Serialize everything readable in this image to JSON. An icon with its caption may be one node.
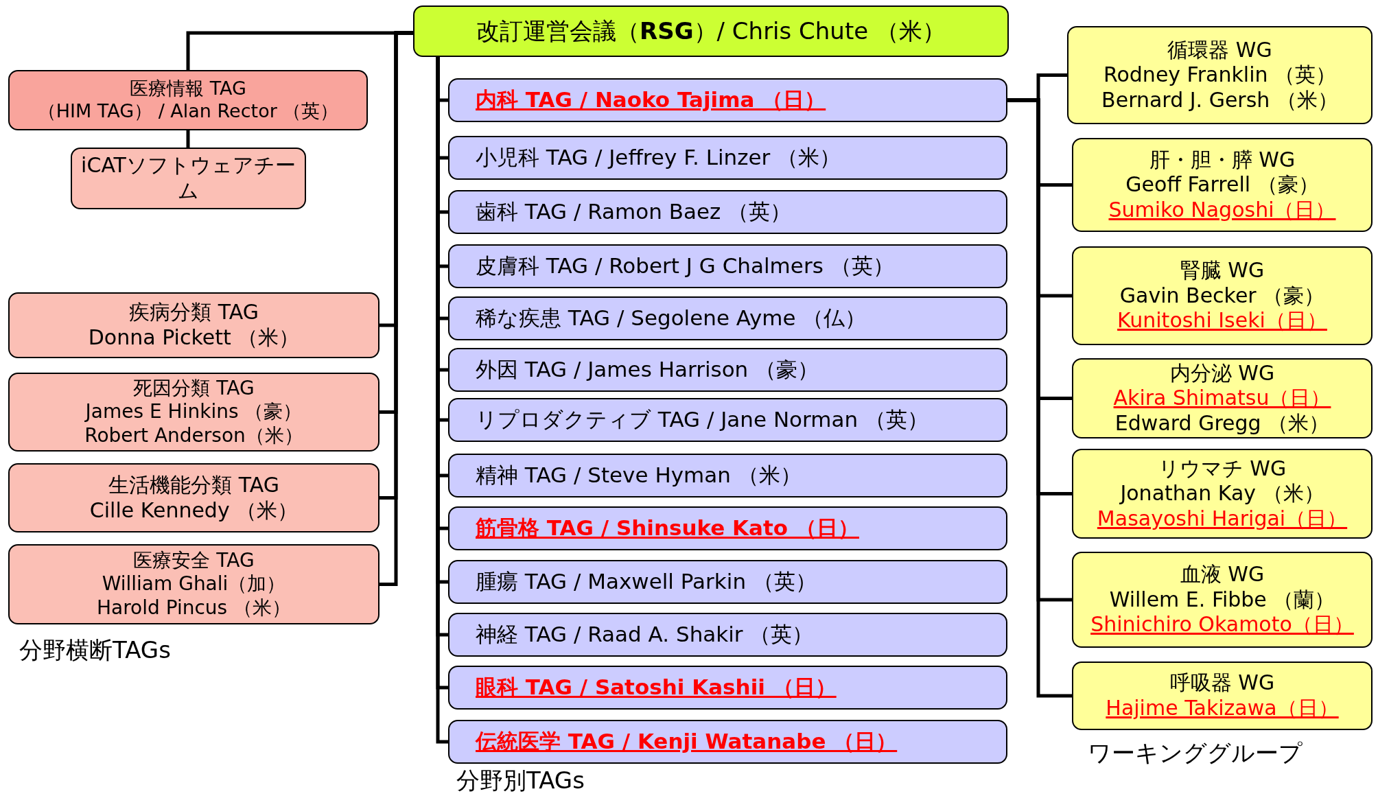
{
  "diagram": {
    "nodes": [
      {
        "text": [
          "改訂運営会議（**RSG**）/ Chris Chute （米）"
        ]
      },
      {
        "text": [
          "医療情報 TAG",
          "（HIM TAG） / Alan Rector （英）"
        ]
      },
      {
        "text": [
          "iCATソフトウェアチーム"
        ]
      },
      {
        "text": [
          "疾病分類 TAG",
          "Donna Pickett （米）"
        ]
      },
      {
        "text": [
          "死因分類 TAG",
          "James E Hinkins （豪）",
          "Robert Anderson（米）"
        ]
      },
      {
        "text": [
          "生活機能分類 TAG",
          "Cille Kennedy （米）"
        ]
      },
      {
        "text": [
          "医療安全 TAG",
          "William Ghali（加）",
          "Harold Pincus （米）"
        ]
      },
      {
        "text": [
          "内科 TAG / Naoko Tajima （日）"
        ]
      },
      {
        "text": [
          "小児科 TAG / Jeffrey F. Linzer （米）"
        ]
      },
      {
        "text": [
          "歯科 TAG / Ramon Baez （英）"
        ]
      },
      {
        "text": [
          "皮膚科 TAG / Robert J G Chalmers （英）"
        ]
      },
      {
        "text": [
          "稀な疾患 TAG / Segolene Ayme （仏）"
        ]
      },
      {
        "text": [
          "外因 TAG / James Harrison （豪）"
        ]
      },
      {
        "text": [
          "リプロダクティブ TAG / Jane Norman （英）"
        ]
      },
      {
        "text": [
          "精神 TAG / Steve Hyman （米）"
        ]
      },
      {
        "text": [
          "筋骨格 TAG / Shinsuke Kato （日）"
        ]
      },
      {
        "text": [
          "腫瘍 TAG / Maxwell Parkin （英）"
        ]
      },
      {
        "text": [
          "神経 TAG / Raad A. Shakir （英）"
        ]
      },
      {
        "text": [
          "眼科 TAG / Satoshi Kashii （日）"
        ]
      },
      {
        "text": [
          "伝統医学 TAG / Kenji Watanabe （日）"
        ]
      },
      {
        "text": [
          "循環器 WG",
          "Rodney Franklin （英）",
          "Bernard J. Gersh （米）"
        ]
      },
      {
        "text": [
          "肝・胆・膵 WG",
          "Geoff Farrell （豪）",
          "Sumiko Nagoshi（日）"
        ]
      },
      {
        "text": [
          "腎臓 WG",
          "Gavin Becker （豪）",
          "Kunitoshi Iseki（日）"
        ]
      },
      {
        "text": [
          "内分泌 WG",
          "Akira Shimatsu（日）",
          "Edward Gregg （米）"
        ]
      },
      {
        "text": [
          "リウマチ WG",
          "Jonathan Kay （米）",
          "Masayoshi Harigai（日）"
        ]
      },
      {
        "text": [
          "血液 WG",
          "Willem E. Fibbe （蘭）",
          "Shinichiro Okamoto（日）"
        ]
      },
      {
        "text": [
          "呼吸器 WG",
          "Hajime Takizawa（日）"
        ]
      }
    ],
    "edges": [
      {
        "from": 0,
        "to": 1,
        "arrow": "none"
      },
      {
        "from": 1,
        "to": 2,
        "arrow": "none"
      },
      {
        "from": 0,
        "to": 3,
        "arrow": "none"
      },
      {
        "from": 0,
        "to": 4,
        "arrow": "none"
      },
      {
        "from": 0,
        "to": 5,
        "arrow": "none"
      },
      {
        "from": 0,
        "to": 6,
        "arrow": "none"
      },
      {
        "from": 0,
        "to": 7,
        "arrow": "none"
      },
      {
        "from": 0,
        "to": 8,
        "arrow": "none"
      },
      {
        "from": 0,
        "to": 9,
        "arrow": "none"
      },
      {
        "from": 0,
        "to": 10,
        "arrow": "none"
      },
      {
        "from": 0,
        "to": 11,
        "arrow": "none"
      },
      {
        "from": 0,
        "to": 12,
        "arrow": "none"
      },
      {
        "from": 0,
        "to": 13,
        "arrow": "none"
      },
      {
        "from": 0,
        "to": 14,
        "arrow": "none"
      },
      {
        "from": 0,
        "to": 15,
        "arrow": "none"
      },
      {
        "from": 0,
        "to": 16,
        "arrow": "none"
      },
      {
        "from": 0,
        "to": 17,
        "arrow": "none"
      },
      {
        "from": 0,
        "to": 18,
        "arrow": "none"
      },
      {
        "from": 0,
        "to": 19,
        "arrow": "none"
      },
      {
        "from": 7,
        "to": 20,
        "arrow": "none"
      },
      {
        "from": 7,
        "to": 21,
        "arrow": "none"
      },
      {
        "from": 7,
        "to": 22,
        "arrow": "none"
      },
      {
        "from": 7,
        "to": 23,
        "arrow": "none"
      },
      {
        "from": 7,
        "to": 24,
        "arrow": "none"
      },
      {
        "from": 7,
        "to": 25,
        "arrow": "none"
      },
      {
        "from": 7,
        "to": 26,
        "arrow": "none"
      }
    ],
    "labels": [
      "分野横断TAGs",
      "分野別TAGs",
      "ワーキンググループ"
    ]
  }
}
